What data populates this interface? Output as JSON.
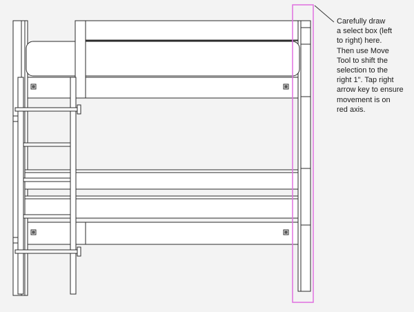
{
  "annotation": {
    "lines": [
      "Carefully draw",
      "a select box (left",
      "to right) here.",
      "Then use Move",
      "Tool to shift the",
      "selection to the",
      "right 1\". Tap right",
      "arrow key to ensure",
      "movement is on",
      "red axis."
    ]
  },
  "colors": {
    "background": "#f3f3f3",
    "line": "#2a2a2a",
    "fill": "#ffffff",
    "selection_box": "#e070e0",
    "leader_line": "#333333"
  }
}
